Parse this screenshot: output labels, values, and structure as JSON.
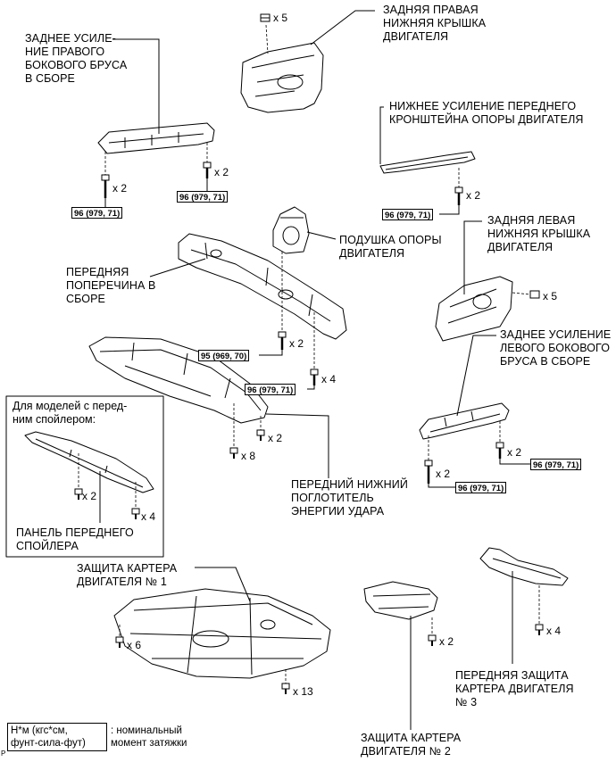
{
  "labels": {
    "rr_rh_cover": "ЗАДНЯЯ ПРАВАЯ\nНИЖНЯЯ КРЫШКА\nДВИГАТЕЛЯ",
    "rr_rh_rail": "ЗАДНЕЕ УСИЛЕ-\nНИЕ ПРАВОГО\nБОКОВОГО БРУСА\nВ СБОРЕ",
    "lower_front_bracket": "НИЖНЕЕ УСИЛЕНИЕ ПЕРЕДНЕГО\nКРОНШТЕЙНА ОПОРЫ ДВИГАТЕЛЯ",
    "rr_lh_cover": "ЗАДНЯЯ ЛЕВАЯ\nНИЖНЯЯ КРЫШКА\nДВИГАТЕЛЯ",
    "engine_mount": "ПОДУШКА ОПОРЫ\nДВИГАТЕЛЯ",
    "front_crossmember": "ПЕРЕДНЯЯ\nПОПЕРЕЧИНА В\nСБОРЕ",
    "rr_lh_rail": "ЗАДНЕЕ УСИЛЕНИЕ\nЛЕВОГО БОКОВОГО\nБРУСА В СБОРЕ",
    "absorber": "ПЕРЕДНИЙ НИЖНИЙ\nПОГЛОТИТЕЛЬ\nЭНЕРГИИ УДАРА",
    "inset_title": "Для моделей с перед-\nним спойлером:",
    "spoiler_panel": "ПАНЕЛЬ ПЕРЕДНЕГО\nСПОЙЛЕРА",
    "cover1": "ЗАЩИТА КАРТЕРА\nДВИГАТЕЛЯ № 1",
    "cover2": "ЗАЩИТА КАРТЕРА\nДВИГАТЕЛЯ № 2",
    "front_cover": "ПЕРЕДНЯЯ ЗАЩИТА\nКАРТЕРА ДВИГАТЕЛЯ\n№ 3"
  },
  "quantities": {
    "q1": "x 5",
    "q2": "x 2",
    "q3": "x 2",
    "q4": "x 2",
    "q5": "x 5",
    "q6": "x 2",
    "q7": "x 4",
    "q8": "x 2",
    "q9": "x 8",
    "q10": "x 2",
    "q11": "x 2",
    "q12": "x 2",
    "q13": "x 4",
    "q14": "x 6",
    "q15": "x 13",
    "q16": "x 2",
    "q17": "x 4"
  },
  "torques": {
    "t1": "96 (979, 71)",
    "t2": "96 (979, 71)",
    "t3": "96 (979, 71)",
    "t4": "95 (969, 70)",
    "t5": "96 (979, 71)",
    "t6": "96 (979, 71)",
    "t7": "96 (979, 71)"
  },
  "legend": {
    "box": "Н*м (кгс*см,\nфунт-сила-фут)",
    "text": ": номинальный\nмомент затяжки"
  },
  "corner_code": "P"
}
